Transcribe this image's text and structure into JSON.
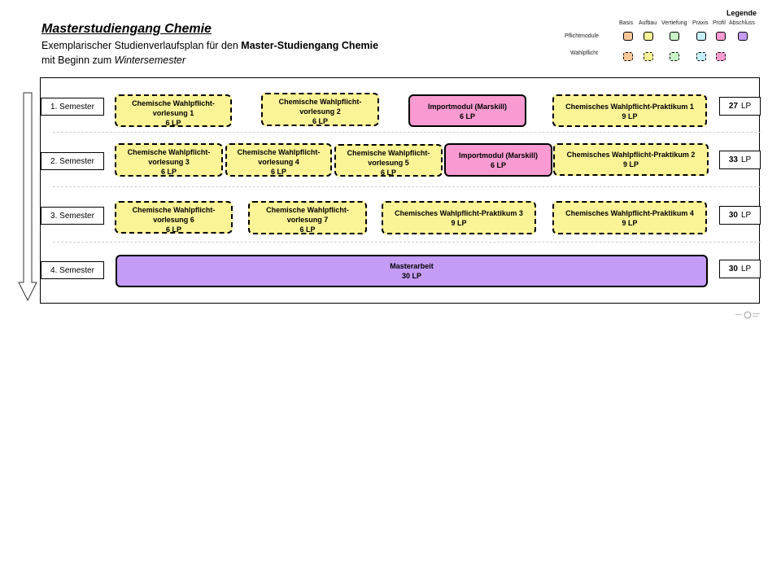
{
  "header": {
    "title": "Masterstudiengang Chemie",
    "subtitle_line1_plain": "Exemplarischer Studienverlaufsplan für den ",
    "subtitle_line1_bold": "Master-Studiengang Chemie",
    "subtitle_line2_plain": "mit Beginn zum ",
    "subtitle_line2_italic": "Wintersemester"
  },
  "legend": {
    "title": "Legende",
    "categories": [
      "Basis",
      "Aufbau",
      "Vertiefung",
      "Praxis",
      "Profil",
      "Abschluss"
    ],
    "row_pflicht": "Pflichtmodule",
    "row_wahl": "Wahlpflicht",
    "colors": {
      "basis": "#f7c79a",
      "aufbau": "#fbf497",
      "vertiefung": "#c9f3c9",
      "praxis": "#c4f0f5",
      "profil": "#f99bd2",
      "abschluss": "#c49cf5"
    }
  },
  "semesters": [
    {
      "label": "1. Semester",
      "lp_value": "27",
      "lp_unit": "LP"
    },
    {
      "label": "2. Semester",
      "lp_value": "33",
      "lp_unit": "LP"
    },
    {
      "label": "3. Semester",
      "lp_value": "30",
      "lp_unit": "LP"
    },
    {
      "label": "4. Semester",
      "lp_value": "30",
      "lp_unit": "LP"
    }
  ],
  "modules": {
    "s1": [
      {
        "l1": "Chemische Wahlpflicht-",
        "l2": "vorlesung 1",
        "lp": "6 LP"
      },
      {
        "l1": "Chemische Wahlpflicht-",
        "l2": "vorlesung 2",
        "lp": "6 LP"
      },
      {
        "l1": "Importmodul (Marskill)",
        "lp": "6 LP"
      },
      {
        "l1": "Chemisches Wahlpflicht-Praktikum 1",
        "lp": "9 LP"
      }
    ],
    "s2": [
      {
        "l1": "Chemische Wahlpflicht-",
        "l2": "vorlesung 3",
        "lp": "6 LP"
      },
      {
        "l1": "Chemische Wahlpflicht-",
        "l2": "vorlesung 4",
        "lp": "6 LP"
      },
      {
        "l1": "Chemische Wahlpflicht-",
        "l2": "vorlesung 5",
        "lp": "6 LP"
      },
      {
        "l1": "Importmodul (Marskill)",
        "lp": "6 LP"
      },
      {
        "l1": "Chemisches Wahlpflicht-Praktikum 2",
        "lp": "9 LP"
      }
    ],
    "s3": [
      {
        "l1": "Chemische Wahlpflicht-",
        "l2": "vorlesung 6",
        "lp": "6 LP"
      },
      {
        "l1": "Chemische Wahlpflicht-",
        "l2": "vorlesung 7",
        "lp": "6 LP"
      },
      {
        "l1": "Chemisches Wahlpflicht-Praktikum 3",
        "lp": "9 LP"
      },
      {
        "l1": "Chemisches Wahlpflicht-Praktikum 4",
        "lp": "9 LP"
      }
    ],
    "s4": [
      {
        "l1": "Masterarbeit",
        "lp": "30 LP"
      }
    ]
  }
}
